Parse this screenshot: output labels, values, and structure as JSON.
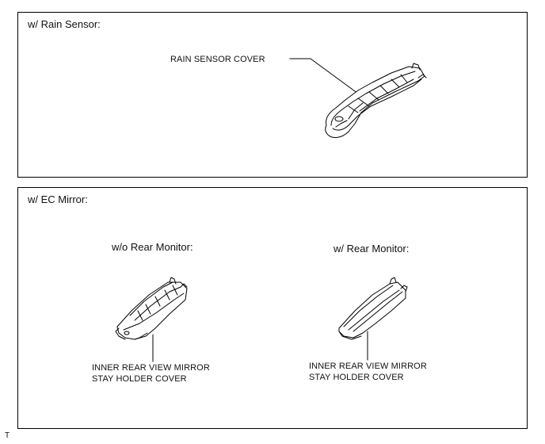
{
  "panels": {
    "rain": {
      "title": "w/ Rain Sensor:",
      "part_label": "RAIN SENSOR COVER"
    },
    "ec_mirror": {
      "title": "w/ EC Mirror:",
      "left": {
        "subtitle": "w/o Rear Monitor:",
        "label_line1": "INNER REAR VIEW MIRROR",
        "label_line2": "STAY HOLDER COVER"
      },
      "right": {
        "subtitle": "w/ Rear Monitor:",
        "label_line1": "INNER REAR VIEW MIRROR",
        "label_line2": "STAY HOLDER COVER"
      }
    }
  },
  "footer": {
    "page_id": "T"
  }
}
